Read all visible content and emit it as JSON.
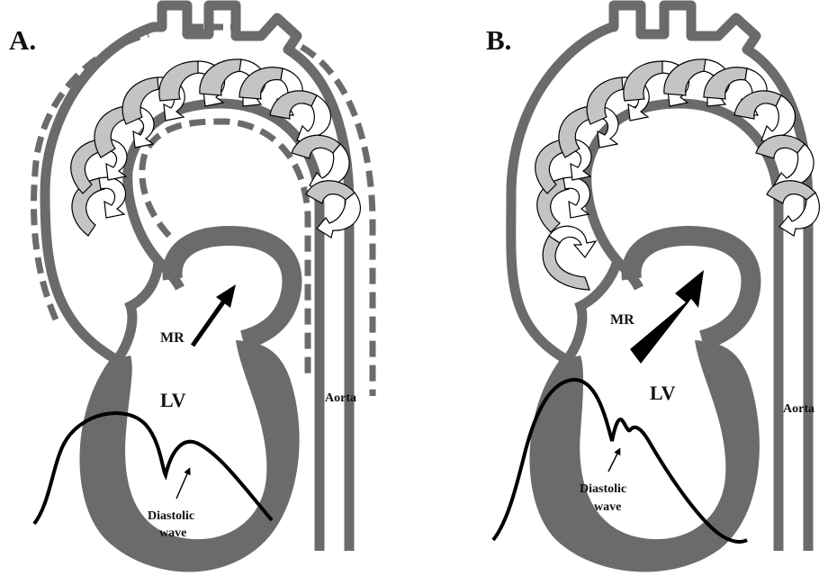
{
  "panels": [
    {
      "letter": "A.",
      "mr_label": "MR",
      "lv_label": "LV",
      "aorta_label": "Aorta",
      "wave_label_line1": "Diastolic",
      "wave_label_line2": "wave"
    },
    {
      "letter": "B.",
      "mr_label": "MR",
      "lv_label": "LV",
      "aorta_label": "Aorta",
      "wave_label_line1": "Diastolic",
      "wave_label_line2": "wave"
    }
  ],
  "colors": {
    "wall": "#6b6b6b",
    "myocardium": "#6b6b6b",
    "helix_fill": "#c4c4c4",
    "arrow_fill": "#ffffff",
    "ink": "#000000"
  }
}
